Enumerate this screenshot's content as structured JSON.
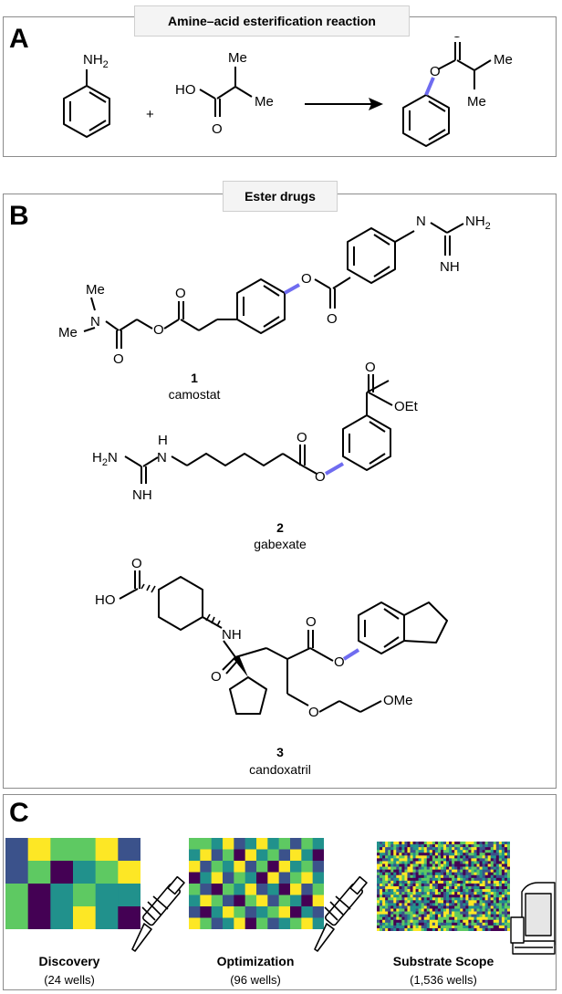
{
  "panel_a": {
    "letter": "A",
    "title": "Amine–acid esterification reaction",
    "labels": {
      "nh2_n": "NH",
      "nh2_sub": "2",
      "plus": "+",
      "ho": "HO",
      "me_top": "Me",
      "me_bottom": "Me",
      "o_carbonyl": "O",
      "p_o_ester": "O",
      "p_o_carbonyl": "O",
      "p_me_top": "Me",
      "p_me_bottom": "Me"
    }
  },
  "panel_b": {
    "letter": "B",
    "title": "Ester drugs",
    "drugs": [
      {
        "number": "1",
        "name": "camostat",
        "labels": {
          "me1": "Me",
          "n": "N",
          "me2": "Me",
          "o_amide": "O",
          "o_ether": "O",
          "o_carbonyl": "O",
          "o_ester": "O",
          "o_ester_co": "O",
          "h_guan": "H",
          "n_guan": "N",
          "nh2": "NH",
          "nh2_sub": "2",
          "nh": "NH"
        }
      },
      {
        "number": "2",
        "name": "gabexate",
        "labels": {
          "h2n_h": "H",
          "h2n_sub": "2",
          "h2n_n": "N",
          "h_top": "H",
          "n_top": "N",
          "nh": "NH",
          "o_carbonyl": "O",
          "o_ester": "O",
          "o_ar_co": "O",
          "oet": "OEt"
        }
      },
      {
        "number": "3",
        "name": "candoxatril",
        "labels": {
          "ho": "HO",
          "o_acid": "O",
          "nh": "NH",
          "o_amide": "O",
          "o_ester_co": "O",
          "o_ester": "O",
          "o_ether": "O",
          "ome": "OMe"
        }
      }
    ]
  },
  "panel_c": {
    "letter": "C",
    "stages": [
      {
        "label": "Discovery",
        "wells": "(24 wells)"
      },
      {
        "label": "Optimization",
        "wells": "(96 wells)"
      },
      {
        "label": "Substrate Scope",
        "wells": "(1,536 wells)"
      }
    ],
    "palette": [
      "#440154",
      "#3b528b",
      "#21918c",
      "#5ec962",
      "#fde725"
    ],
    "heatmaps": [
      {
        "rows": 4,
        "cols": 6,
        "values": [
          1,
          4,
          3,
          3,
          4,
          1,
          1,
          3,
          0,
          2,
          3,
          4,
          3,
          0,
          2,
          3,
          2,
          2,
          3,
          0,
          2,
          4,
          2,
          0
        ]
      },
      {
        "rows": 8,
        "cols": 12,
        "values": [
          3,
          3,
          2,
          4,
          1,
          2,
          4,
          2,
          3,
          1,
          3,
          2,
          2,
          4,
          1,
          3,
          0,
          4,
          2,
          3,
          1,
          4,
          2,
          0,
          4,
          1,
          3,
          2,
          4,
          1,
          3,
          0,
          4,
          2,
          3,
          1,
          0,
          2,
          4,
          1,
          3,
          2,
          0,
          4,
          1,
          3,
          4,
          2,
          3,
          1,
          0,
          3,
          2,
          4,
          1,
          2,
          0,
          4,
          1,
          3,
          2,
          4,
          3,
          1,
          0,
          3,
          4,
          1,
          3,
          2,
          0,
          4,
          1,
          0,
          2,
          4,
          3,
          1,
          2,
          3,
          4,
          0,
          2,
          1,
          4,
          3,
          1,
          2,
          4,
          0,
          3,
          1,
          2,
          3,
          4,
          2
        ]
      },
      {
        "rows": 32,
        "cols": 48,
        "seed": 7
      }
    ]
  }
}
